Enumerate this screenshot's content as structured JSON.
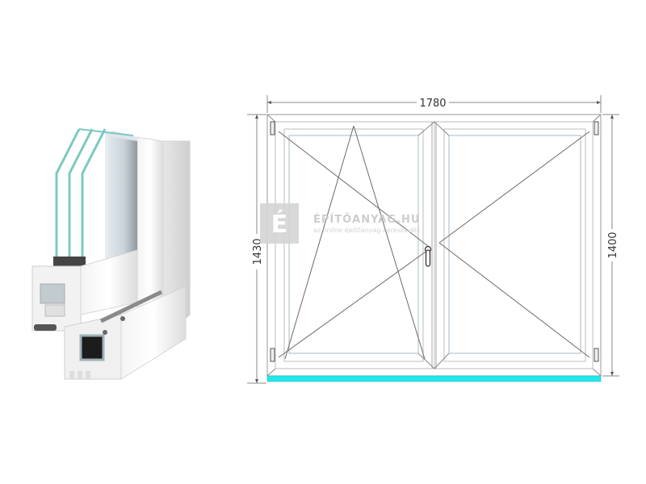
{
  "product": {
    "image_alt": "PVC window profile cross-section with triple glazing"
  },
  "drawing": {
    "width_label": "1780",
    "height_outer_label": "1430",
    "height_inner_label": "1400",
    "sashes": [
      {
        "name": "left",
        "opening": "tilt-turn"
      },
      {
        "name": "right",
        "opening": "turn"
      }
    ],
    "sill_color": "#22e6ec",
    "line_color": "#8a8a8a"
  },
  "watermark": {
    "logo_letter": "É",
    "title": "ÉPÍTŐANYAG.HU",
    "subtitle": "az online építőanyag kereskedés"
  }
}
